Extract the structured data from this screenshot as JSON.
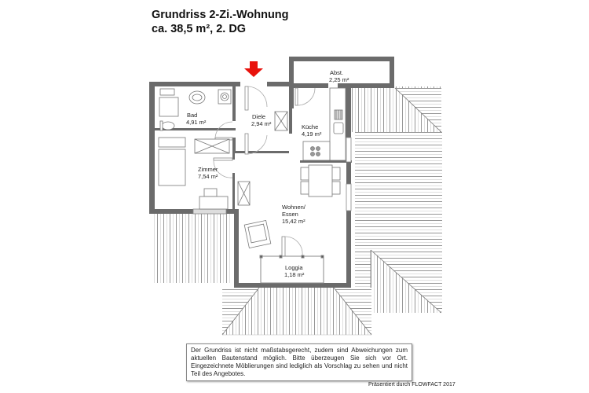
{
  "header": {
    "title": "Grundriss 2-Zi.-Wohnung",
    "subtitle": "ca. 38,5 m², 2. DG"
  },
  "entrance_marker": {
    "icon": "red-down-arrow-icon",
    "color": "#e8120c"
  },
  "rooms": [
    {
      "id": "bad",
      "name": "Bad",
      "area": "4,91 m²"
    },
    {
      "id": "diele",
      "name": "Diele",
      "area": "2,94 m²"
    },
    {
      "id": "abst",
      "name": "Abst.",
      "area": "2,25 m²"
    },
    {
      "id": "kueche",
      "name": "Küche",
      "area": "4,19 m²"
    },
    {
      "id": "zimmer",
      "name": "Zimmer",
      "area": "7,54 m²"
    },
    {
      "id": "wohnen",
      "name_line1": "Wohnen/",
      "name_line2": "Essen",
      "area": "15,42 m²"
    },
    {
      "id": "loggia",
      "name": "Loggia",
      "area": "1,18 m²"
    }
  ],
  "colors": {
    "wall": "#6b6b6b",
    "roof_lines": "#9a9a9a",
    "furniture": "#777777",
    "arrow": "#e8120c"
  },
  "footer": {
    "disclaimer": "Der Grundriss ist nicht maßstabsgerecht, zudem sind Abweichungen zum aktuellen Bautenstand möglich. Bitte überzeugen Sie sich vor Ort. Eingezeichnete Möblierungen sind lediglich als Vorschlag zu sehen und nicht Teil des Angebotes.",
    "credit": "Präsentiert durch FLOWFACT 2017"
  }
}
